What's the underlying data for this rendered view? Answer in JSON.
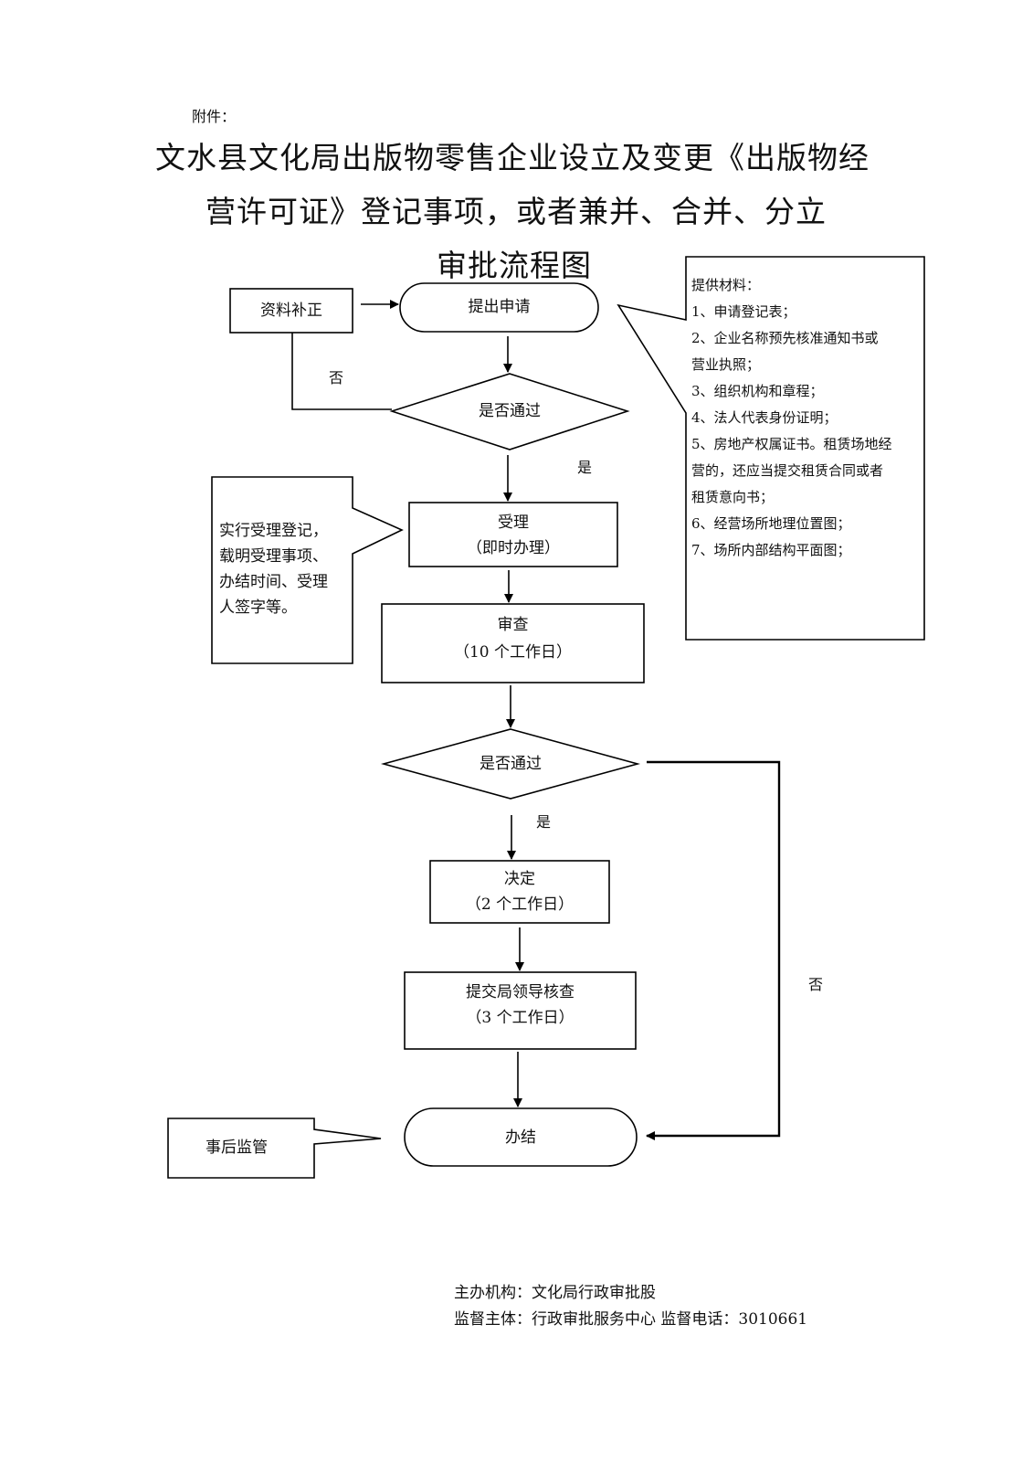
{
  "header": {
    "attachment_label": "附件：",
    "title_line1": "文水县文化局出版物零售企业设立及变更《出版物经",
    "title_line2": "营许可证》登记事项，或者兼并、合并、分立",
    "title_line3": "审批流程图"
  },
  "flow": {
    "supplement": "资料补正",
    "submit": "提出申请",
    "check1": "是否通过",
    "no1": "否",
    "yes1": "是",
    "accept_title": "受理",
    "accept_sub": "（即时办理）",
    "review_title": "审查",
    "review_sub": "（10 个工作日）",
    "check2": "是否通过",
    "yes2": "是",
    "no2": "否",
    "decide_title": "决定",
    "decide_sub": "（2 个工作日）",
    "leader_title": "提交局领导核查",
    "leader_sub": "（3  个工作日）",
    "finish": "办结"
  },
  "callouts": {
    "materials": {
      "heading": "提供材料：",
      "lines": [
        "1、申请登记表；",
        "2、企业名称预先核准通知书或",
        "营业执照；",
        "3、组织机构和章程；",
        "4、法人代表身份证明；",
        "5、房地产权属证书。租赁场地经",
        "营的，还应当提交租赁合同或者",
        "租赁意向书；",
        "6、经营场所地理位置图；",
        "7、场所内部结构平面图；"
      ]
    },
    "accept_note": [
      "实行受理登记，",
      "载明受理事项、",
      "办结时间、受理",
      "人签字等。"
    ],
    "post_supervision": "事后监管"
  },
  "footer": {
    "organizer": "主办机构：文化局行政审批股",
    "supervisor": "监督主体：行政审批服务中心  监督电话：3010661"
  }
}
